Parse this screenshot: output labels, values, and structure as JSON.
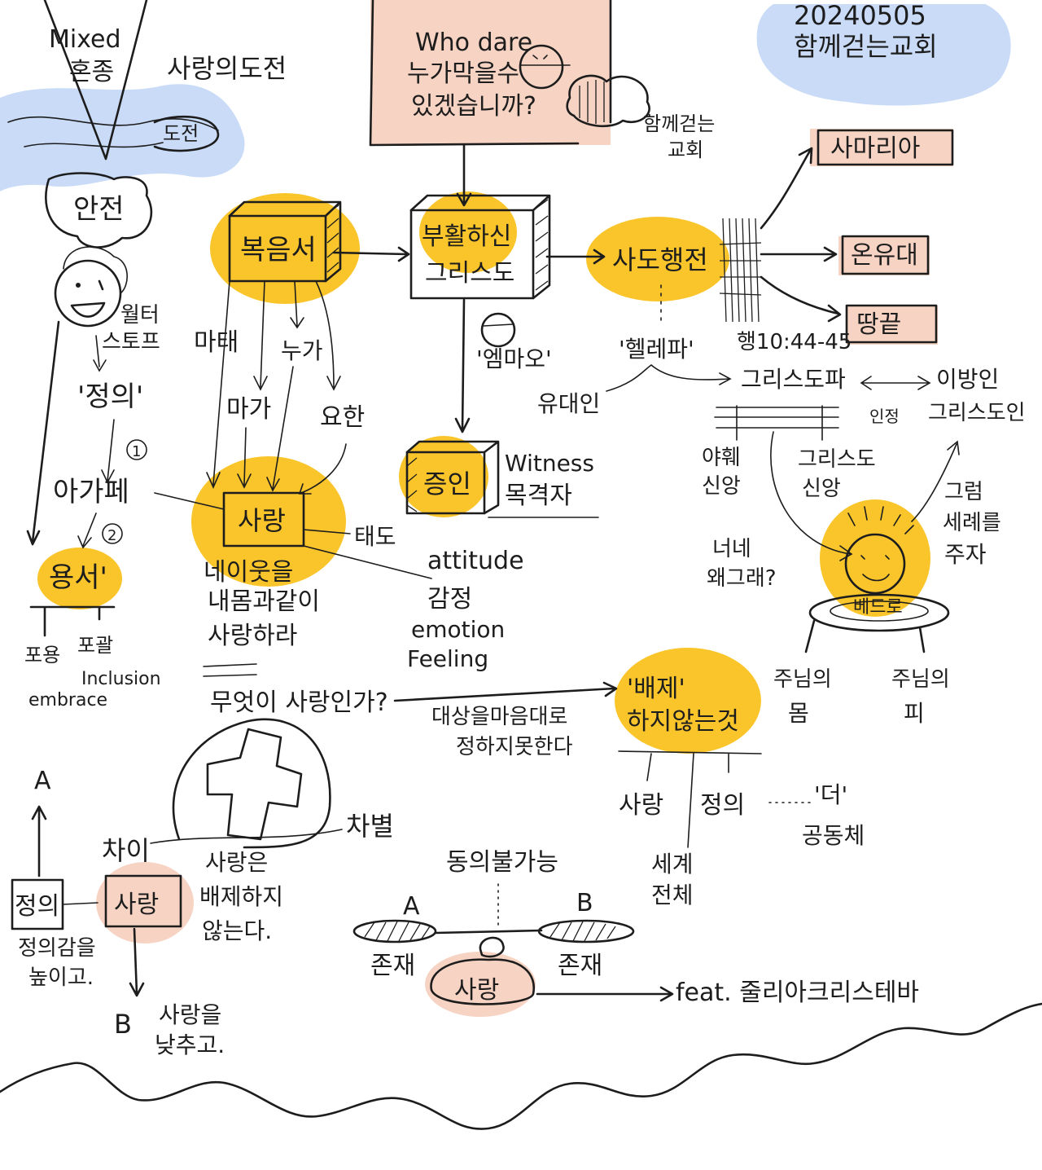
{
  "colors": {
    "highlight_yellow": "#f9c52b",
    "sky_blue": "#c9dbf7",
    "salmon_fill": "#f6d3c3",
    "ink": "#1d1d1d",
    "paper": "#ffffff"
  },
  "header": {
    "date_line": "20240505",
    "church_line": "함께걷는교회"
  },
  "title_box": {
    "line1": "Who dare",
    "line2": "누가막을수",
    "line3": "있겠습니까?",
    "cloud_label_line1": "함께걷는",
    "cloud_label_line2": "교회"
  },
  "left_column": {
    "mixed": "Mixed",
    "mixed_ko": "혼종",
    "challenge_of_love": "사랑의도전",
    "challenge": "도전",
    "safety": "안전",
    "walter_line1": "월터",
    "walter_line2": "스토프",
    "justice": "'정의'",
    "step1": "1",
    "agape": "아가페",
    "step2": "2",
    "forgiveness": "용서'",
    "embrace_ko": "포용",
    "inclusion_ko": "포괄",
    "inclusion_en": "Inclusion",
    "embrace_en": "embrace"
  },
  "gospel": {
    "gospels": "복음서",
    "matthew": "마태",
    "mark": "마가",
    "luke": "누가",
    "john": "요한"
  },
  "center": {
    "risen_line1": "부활하신",
    "risen_line2": "그리스도",
    "emmaus": "'엠마오'",
    "witness_ko": "증인",
    "witness_en": "Witness",
    "eyewitness": "목격자"
  },
  "love_node": {
    "love": "사랑",
    "attitude_ko": "태도",
    "attitude_en": "attitude",
    "emotion_ko": "감정",
    "emotion_en": "emotion",
    "feeling_en": "Feeling",
    "neighbor_line1": "네이웃을",
    "neighbor_line2": "내몸과같이",
    "neighbor_line3": "사랑하라",
    "what_is_love": "무엇이 사랑인가?",
    "not_choose_line1": "대상을마음대로",
    "not_choose_line2": "정하지못한다"
  },
  "acts": {
    "acts": "사도행전",
    "samaria": "사마리아",
    "judea": "온유대",
    "ends_of_earth": "땅끝",
    "hellenist": "'헬레파'",
    "acts_ref": "행10:44-45",
    "jews": "유대인",
    "christian_party": "그리스도파",
    "gentile_line1": "이방인",
    "gentile_line2": "그리스도인",
    "acknowledge": "인정",
    "yahweh_line1": "야훼",
    "yahweh_line2": "신앙",
    "christ_faith_line1": "그리스도",
    "christ_faith_line2": "신앙",
    "then_line1": "그럼",
    "then_line2": "세례를",
    "then_line3": "주자",
    "why_line1": "너네",
    "why_line2": "왜그래?",
    "peter": "베드로",
    "body_line1": "주님의",
    "body_line2": "몸",
    "blood_line1": "주님의",
    "blood_line2": "피"
  },
  "exclusion": {
    "no_exclusion_line1": "'배제'",
    "no_exclusion_line2": "하지않는것",
    "love": "사랑",
    "justice": "정의",
    "more": "'더'",
    "community": "공동체",
    "whole_world_line1": "세계",
    "whole_world_line2": "전체"
  },
  "bottom": {
    "a_top": "A",
    "justice_box": "정의",
    "difference": "차이",
    "love_box": "사랑",
    "discrimination": "차별",
    "love_no_exclude_line1": "사랑은",
    "love_no_exclude_line2": "배제하지",
    "love_no_exclude_line3": "않는다.",
    "justice_raise_line1": "정의감을",
    "justice_raise_line2": "높이고.",
    "b_bottom": "B",
    "love_lower_line1": "사랑을",
    "love_lower_line2": "낮추고.",
    "coexist": "동의불가능",
    "a_label": "A",
    "b_label": "B",
    "exist_left": "존재",
    "exist_right": "존재",
    "love_center": "사랑",
    "feat": "feat. 줄리아크리스테바"
  }
}
